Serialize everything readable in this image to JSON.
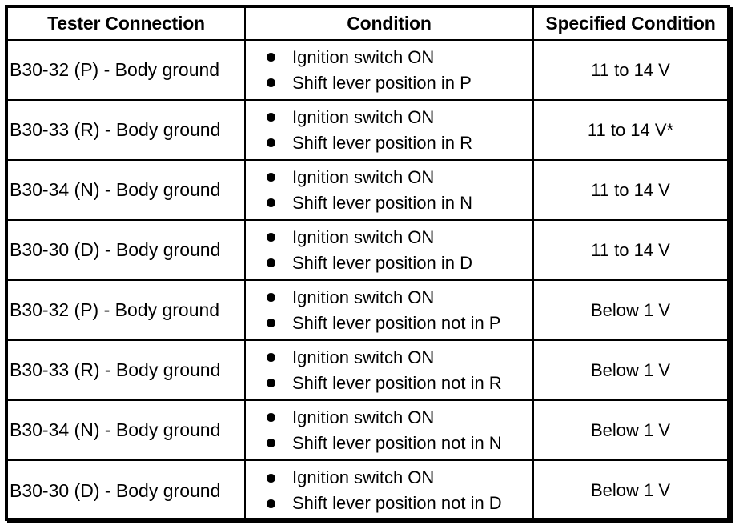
{
  "headers": {
    "tester": "Tester Connection",
    "condition": "Condition",
    "specified": "Specified Condition"
  },
  "rows": [
    {
      "tester": "B30-32 (P) - Body ground",
      "conditions": [
        "Ignition switch ON",
        "Shift lever position in P"
      ],
      "specified": "11 to 14 V"
    },
    {
      "tester": "B30-33 (R) - Body ground",
      "conditions": [
        "Ignition switch ON",
        "Shift lever position in R"
      ],
      "specified": "11 to 14 V*"
    },
    {
      "tester": "B30-34 (N) - Body ground",
      "conditions": [
        "Ignition switch ON",
        "Shift lever position in N"
      ],
      "specified": "11 to 14 V"
    },
    {
      "tester": "B30-30 (D) - Body ground",
      "conditions": [
        "Ignition switch ON",
        "Shift lever position in D"
      ],
      "specified": "11 to 14 V"
    },
    {
      "tester": "B30-32 (P) - Body ground",
      "conditions": [
        "Ignition switch ON",
        "Shift lever position not in P"
      ],
      "specified": "Below 1 V"
    },
    {
      "tester": "B30-33 (R) - Body ground",
      "conditions": [
        "Ignition switch ON",
        "Shift lever position not in R"
      ],
      "specified": "Below 1 V"
    },
    {
      "tester": "B30-34 (N) - Body ground",
      "conditions": [
        "Ignition switch ON",
        "Shift lever position not in N"
      ],
      "specified": "Below 1 V"
    },
    {
      "tester": "B30-30 (D) - Body ground",
      "conditions": [
        "Ignition switch ON",
        "Shift lever position not in D"
      ],
      "specified": "Below 1 V"
    }
  ]
}
